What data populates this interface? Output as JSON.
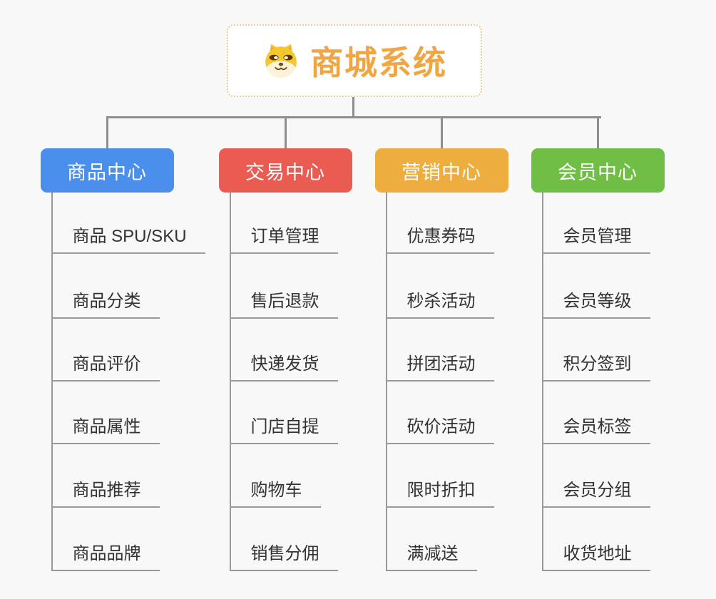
{
  "root": {
    "title": "商城系统",
    "icon": "doge-icon"
  },
  "branches": [
    {
      "label": "商品中心",
      "color": "#4B8FEC",
      "children": [
        "商品 SPU/SKU",
        "商品分类",
        "商品评价",
        "商品属性",
        "商品推荐",
        "商品品牌"
      ]
    },
    {
      "label": "交易中心",
      "color": "#EA5B51",
      "children": [
        "订单管理",
        "售后退款",
        "快递发货",
        "门店自提",
        "购物车",
        "销售分佣"
      ]
    },
    {
      "label": "营销中心",
      "color": "#EEAD3F",
      "children": [
        "优惠券码",
        "秒杀活动",
        "拼团活动",
        "砍价活动",
        "限时折扣",
        "满减送"
      ]
    },
    {
      "label": "会员中心",
      "color": "#70BE45",
      "children": [
        "会员管理",
        "会员等级",
        "积分签到",
        "会员标签",
        "会员分组",
        "收货地址"
      ]
    }
  ],
  "colors": {
    "background": "#F8F8F8",
    "connector": "#8E8E8E",
    "underline": "#999999",
    "leaf_text": "#333333",
    "root_border": "#F4CC90",
    "root_title": "#F0A642",
    "doge_fur": "#F6C62F",
    "doge_muzzle": "#FCF3DA",
    "doge_features": "#6E4A17"
  }
}
